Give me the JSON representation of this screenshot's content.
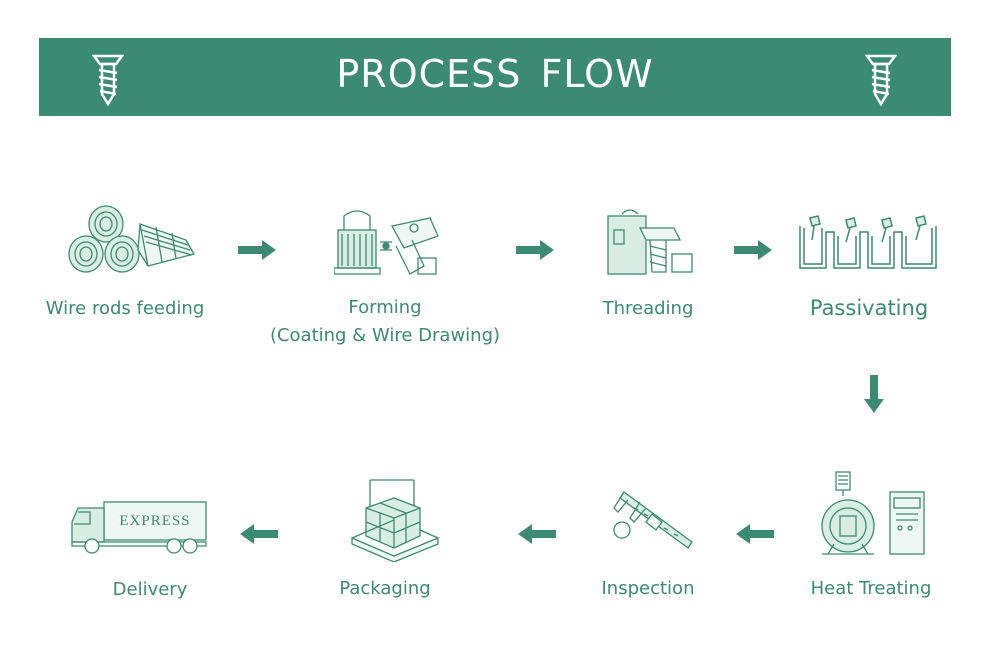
{
  "colors": {
    "accent": "#3b8a72",
    "banner_text": "#ffffff",
    "icon_fill": "#d9ede5"
  },
  "banner": {
    "title": "PROCESS FLOW",
    "left_icon": "screw-icon",
    "right_icon": "screw-icon"
  },
  "steps": [
    {
      "label": "Wire rods feeding",
      "icon": "wire-coil-icon"
    },
    {
      "label": "Forming",
      "sublabel": "(Coating & Wire Drawing)",
      "icon": "forming-machine-icon"
    },
    {
      "label": "Threading",
      "icon": "threading-machine-icon"
    },
    {
      "label": "Passivating",
      "icon": "passivating-tank-icon"
    },
    {
      "label": "Heat Treating",
      "icon": "furnace-icon"
    },
    {
      "label": "Inspection",
      "icon": "caliper-icon"
    },
    {
      "label": "Packaging",
      "icon": "pallet-boxes-icon"
    },
    {
      "label": "Delivery",
      "icon": "truck-icon",
      "truck_text": "EXPRESS"
    }
  ],
  "arrows": [
    "right",
    "right",
    "right",
    "down",
    "left",
    "left",
    "left"
  ]
}
